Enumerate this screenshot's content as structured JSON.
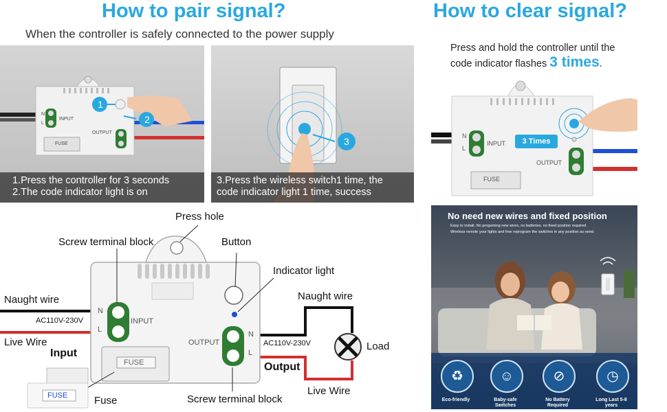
{
  "pair": {
    "title": "How to pair signal?",
    "subtitle": "When the controller is safely connected to the power supply",
    "step_badges": [
      "1",
      "2",
      "3"
    ],
    "caption_left": [
      "1.Press the controller for 3 seconds",
      "2.The code indicator light is on"
    ],
    "caption_right": [
      "3.Press the wireless switch1 time, the",
      "code indicator light 1 time, success"
    ]
  },
  "clear": {
    "title": "How to clear signal?",
    "text_line1": "Press and hold the controller until the",
    "text_line2_prefix": "code indicator flashes ",
    "text_highlight": "3 times",
    "text_suffix": ".",
    "badge": "3 Times"
  },
  "controller": {
    "n": "N",
    "l": "L",
    "input": "INPUT",
    "output": "OUTPUT",
    "fuse": "FUSE"
  },
  "diagram": {
    "press_hole": "Press hole",
    "screw_block_top": "Screw terminal block",
    "button": "Button",
    "indicator_light": "Indicator light",
    "naught_wire_left": "Naught wire",
    "naught_wire_right": "Naught wire",
    "voltage_left": "AC110V-230V",
    "voltage_right": "AC110V-230V",
    "live_wire_left": "Live Wire",
    "live_wire_right": "Live Wire",
    "input": "Input",
    "output": "Output",
    "load": "Load",
    "fuse_label": "Fuse",
    "fuse_part": "FUSE",
    "screw_block_bottom": "Screw terminal block",
    "n": "N",
    "l": "L",
    "input_print": "INPUT",
    "output_print": "OUTPUT",
    "fuse_print": "FUSE"
  },
  "photo": {
    "title": "No need new wires and fixed position",
    "line1": "Easy to install, No progaming new wires, no batteries, no fixed position required.",
    "line2": "Wireless remote your lights and free reprogram the switches in any position as need.",
    "features": [
      {
        "icon": "recycle-icon",
        "label": "Eco-friendly"
      },
      {
        "icon": "baby-hands-icon",
        "label": "Baby-safe Switches"
      },
      {
        "icon": "no-battery-icon",
        "label": "No Battery Required"
      },
      {
        "icon": "clock-icon",
        "label": "Long Last 5-8 years"
      }
    ]
  },
  "colors": {
    "title_blue": "#29a8e0",
    "terminal_green": "#2e7d32",
    "wire_red": "#d32f2f",
    "wire_blue": "#1e4fd8",
    "badge_blue": "#29a8e0"
  }
}
